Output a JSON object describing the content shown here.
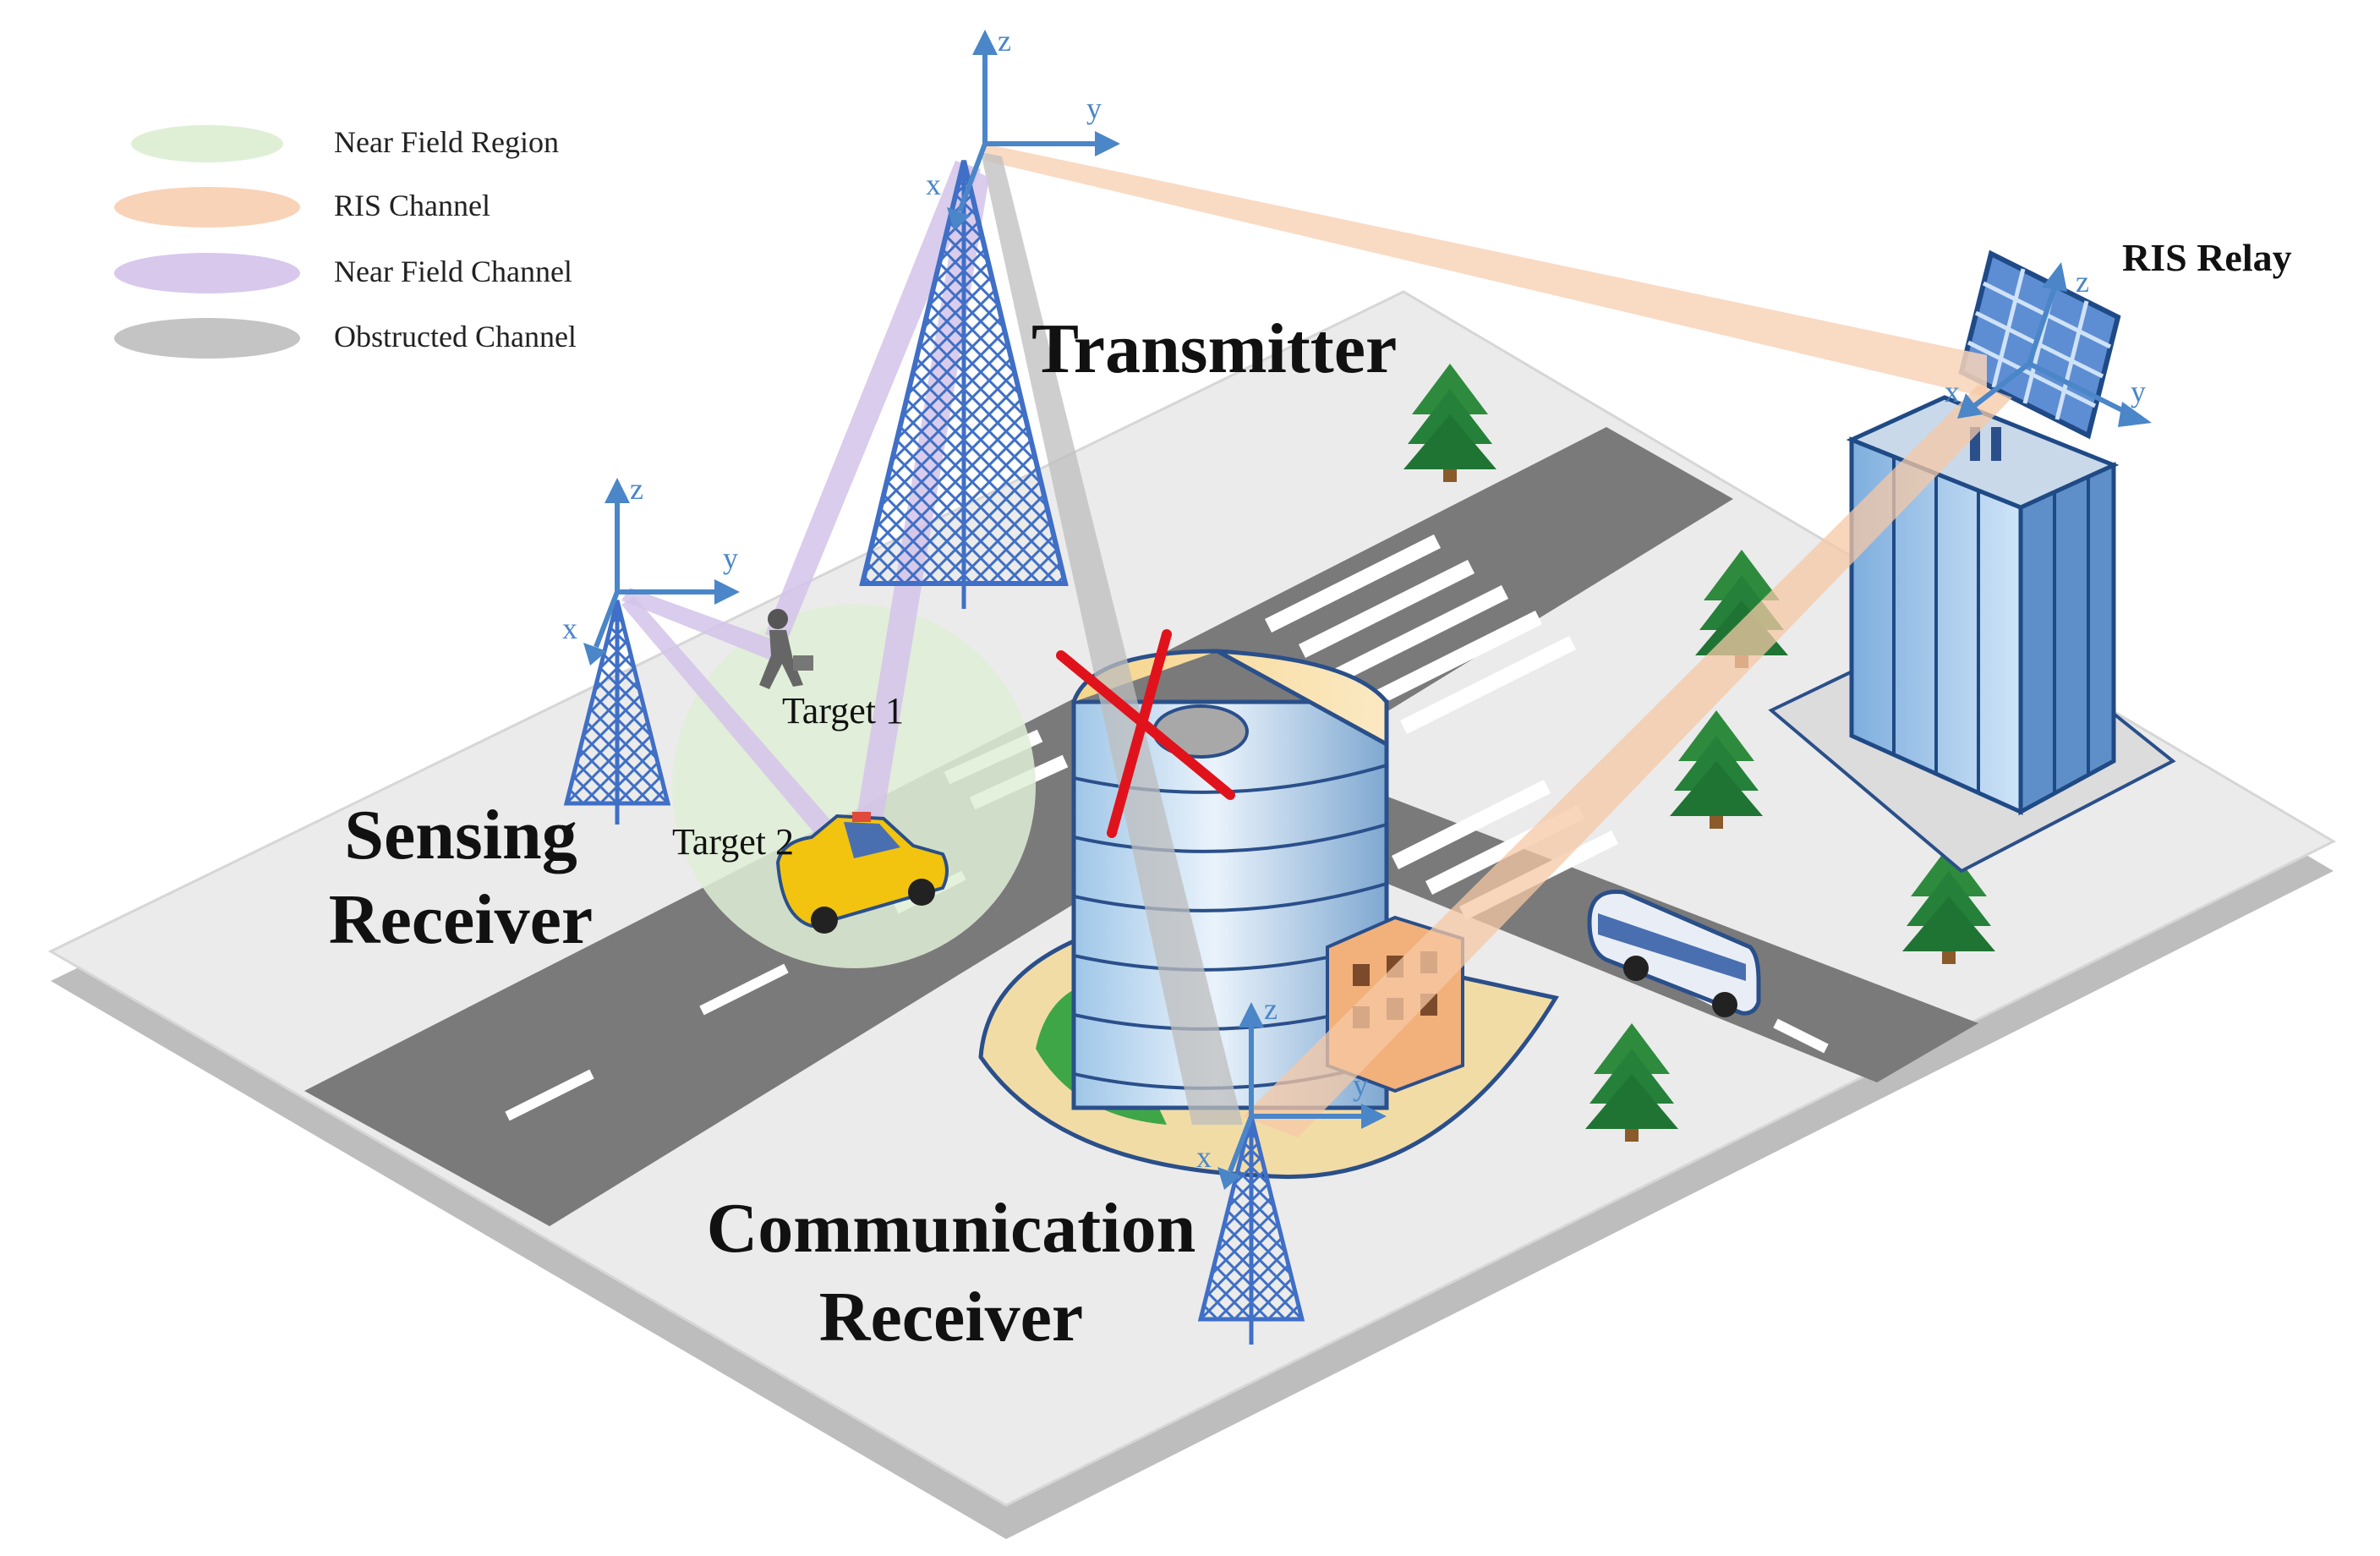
{
  "legend": [
    {
      "label": "Near Field Region",
      "color": "#dfefd6"
    },
    {
      "label": "RIS Channel",
      "color": "#f8d3b8"
    },
    {
      "label": "Near Field Channel",
      "color": "#d8c8ec"
    },
    {
      "label": "Obstructed Channel",
      "color": "#c4c4c4"
    }
  ],
  "labels": {
    "transmitter": "Transmitter",
    "ris_relay": "RIS Relay",
    "sensing_line1": "Sensing",
    "sensing_line2": "Receiver",
    "comm_line1": "Communication",
    "comm_line2": "Receiver",
    "target1": "Target 1",
    "target2": "Target 2"
  },
  "axes": {
    "x": "x",
    "y": "y",
    "z": "z"
  },
  "colors": {
    "axis": "#4a86c8",
    "tower": "#3f6fc6",
    "road": "#7a7a7a",
    "ground": "#e9e9e9",
    "ground_edge": "#bdbdbd",
    "blocked_mark": "#e0131c"
  }
}
